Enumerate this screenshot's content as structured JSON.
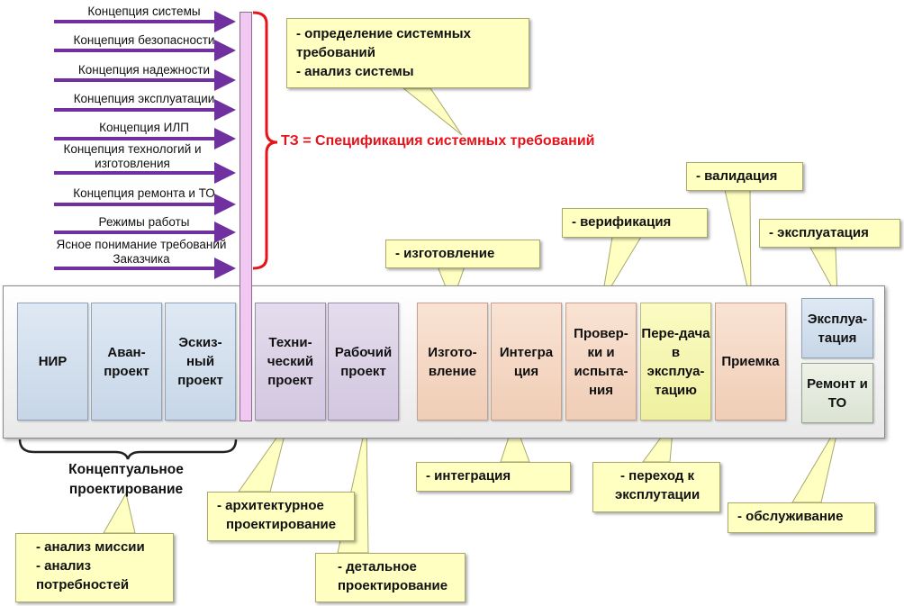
{
  "concepts": [
    "Концепция системы",
    "Концепция безопасности",
    "Концепция надежности",
    "Концепция эксплуатации",
    "Концепция ИЛП",
    "Концепция технологий и изготовления",
    "Концепция ремонта и ТО",
    "Режимы работы",
    "Ясное понимание требований Заказчика"
  ],
  "tz_label": "ТЗ = Спецификация системных требований",
  "top_callout": [
    "- определение системных требований",
    "- анализ системы"
  ],
  "stages": {
    "nir": "НИР",
    "avanproekt": "Аван-проект",
    "eskizny": "Эскиз-ный проект",
    "technical": "Техни-ческий проект",
    "rabochiy": "Рабочий проект",
    "izgotovlenie": "Изгото-вление",
    "integracia": "Интегра ция",
    "proverki": "Провер-ки и испыта-ния",
    "peredacha": "Пере-дача в эксплуа-тацию",
    "priemka": "Приемка",
    "ekspluatacia": "Эксплуа-тация",
    "remont": "Ремонт и ТО"
  },
  "conceptual_caption": "Концептуальное проектирование",
  "callouts": {
    "izgotovlenie": "- изготовление",
    "verifikacia": "- верификация",
    "validacia": "- валидация",
    "ekspluatacia": "- эксплуатация",
    "integracia": "- интеграция",
    "perehod": [
      "- переход к",
      "эксплутации"
    ],
    "obsluzhivanie": "- обслуживание",
    "arhitekturnoe": [
      "- архитектурное",
      "проектирование"
    ],
    "detalnoe": [
      "- детальное",
      "проектирование"
    ],
    "missia": [
      "- анализ миссии",
      "- анализ",
      "потребностей"
    ]
  },
  "colors": {
    "arrow": "#7030a0",
    "brace_red": "#e8121a",
    "callout_fill": "#ffffc2",
    "stage_blue": "#d3dfec",
    "stage_purple": "#ddd3e6",
    "stage_peach": "#f6d9c5",
    "stage_yellow": "#f7f7b2",
    "stage_gray": "#e3eadc",
    "bar_pink": "#f0c8f2"
  }
}
